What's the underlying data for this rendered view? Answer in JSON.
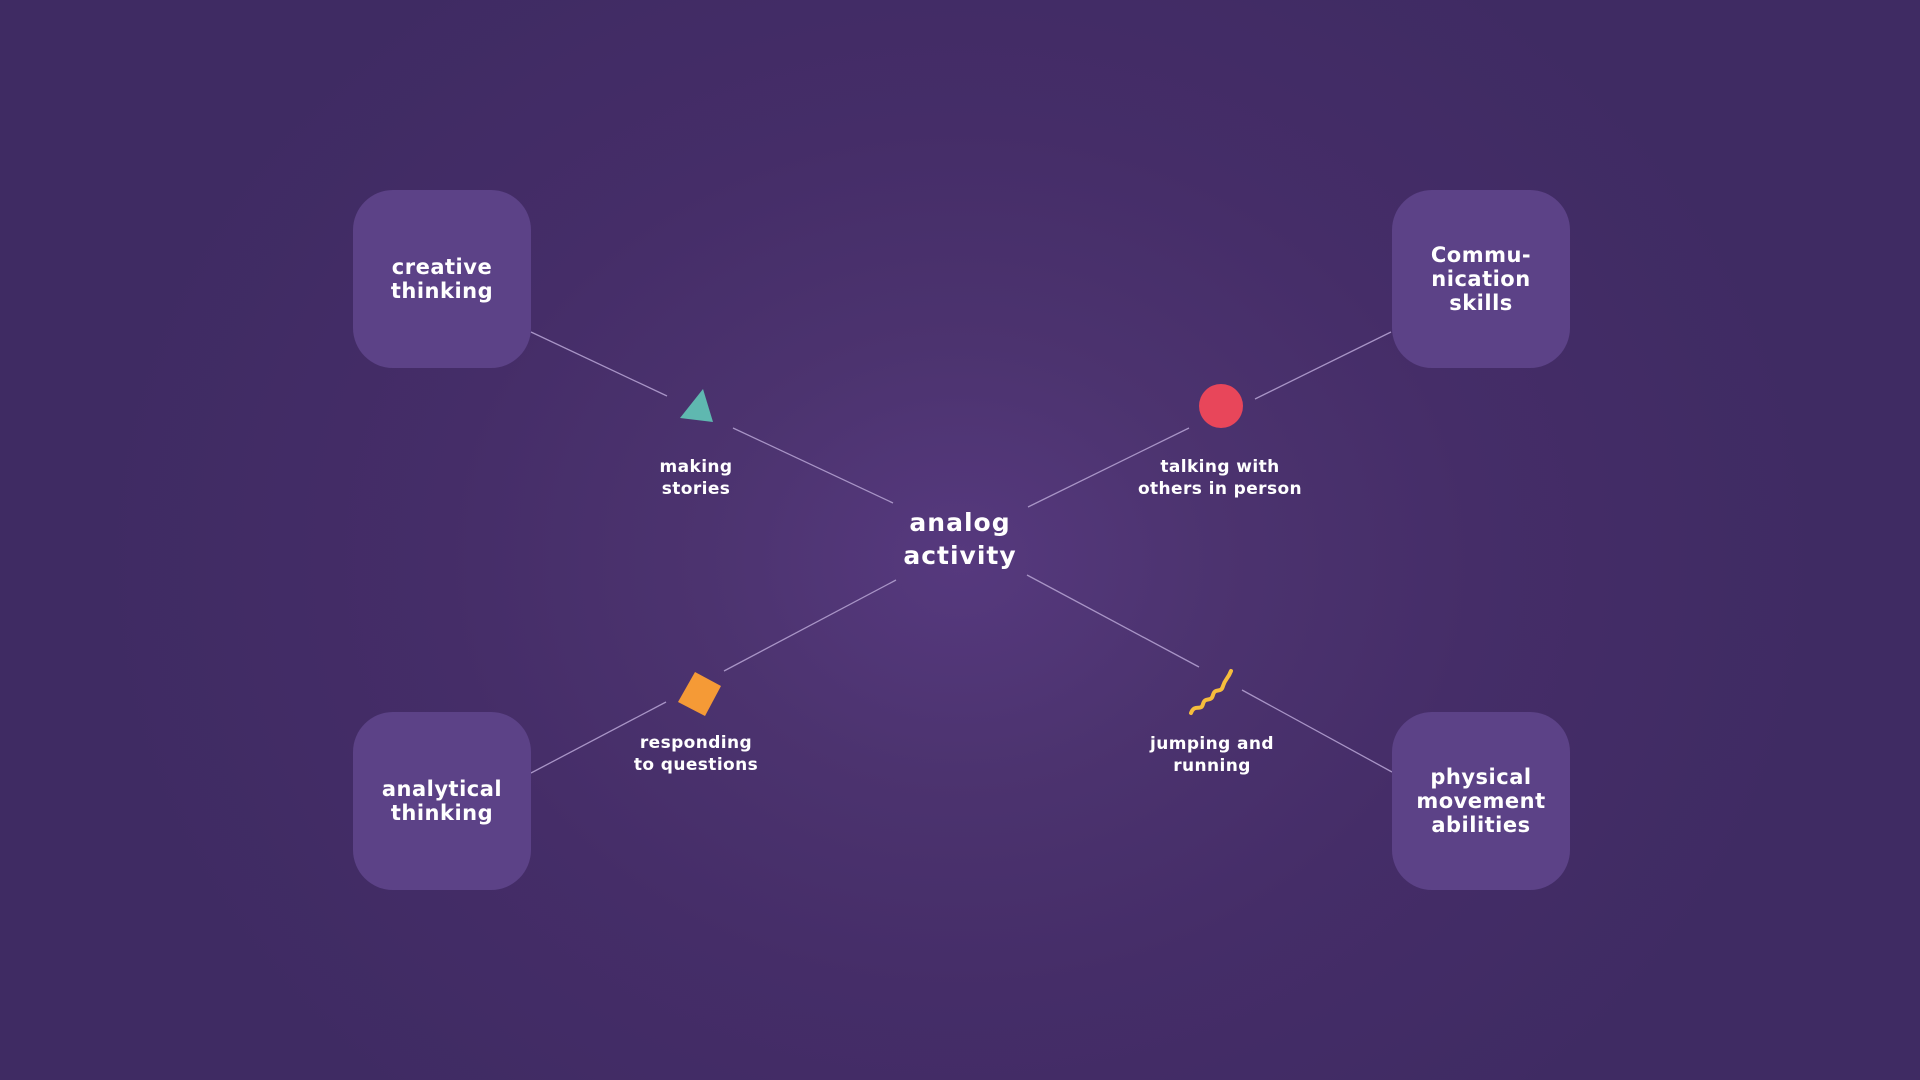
{
  "center": {
    "label": "analog\nactivity"
  },
  "activities": [
    {
      "label": "making\nstories",
      "icon": "triangle-icon",
      "color": "#5fb8b0"
    },
    {
      "label": "talking with\nothers in person",
      "icon": "circle-icon",
      "color": "#e8465a"
    },
    {
      "label": "responding\nto questions",
      "icon": "diamond-icon",
      "color": "#f59a36"
    },
    {
      "label": "jumping and\nrunning",
      "icon": "squiggle-icon",
      "color": "#f6bd3c"
    }
  ],
  "skills": [
    {
      "label": "creative\nthinking"
    },
    {
      "label": "Commu-\nnication\nskills"
    },
    {
      "label": "analytical\nthinking"
    },
    {
      "label": "physical\nmovement\nabilities"
    }
  ],
  "colors": {
    "background": "#452d68",
    "box": "#5c4287",
    "connector": "#a894c6"
  }
}
